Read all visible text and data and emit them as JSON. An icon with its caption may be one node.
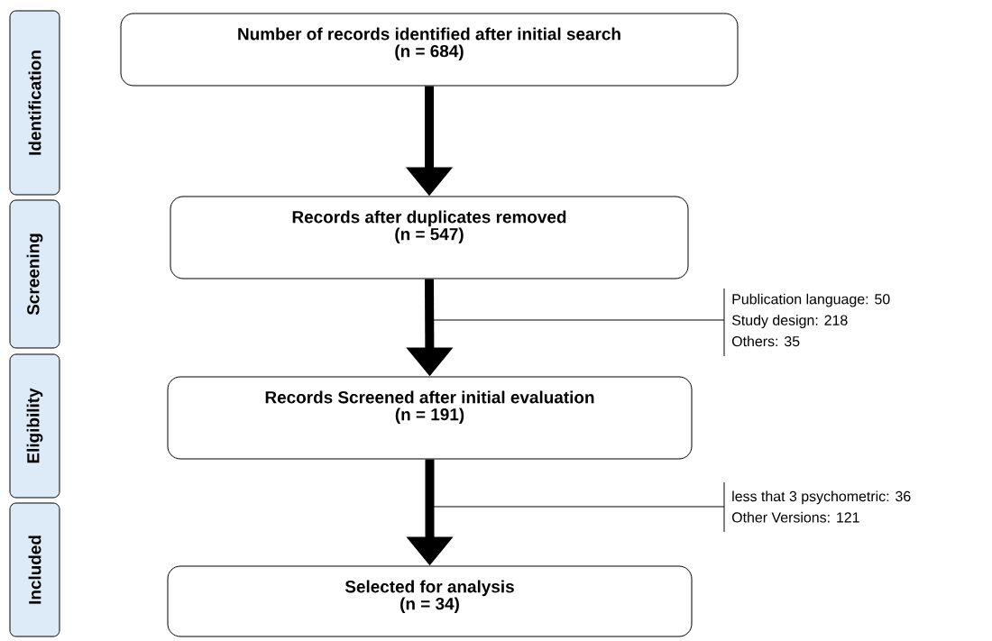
{
  "diagram": {
    "nodes": [
      {
        "text": [
          "Identification"
        ]
      },
      {
        "text": [
          "Screening"
        ]
      },
      {
        "text": [
          "Eligibility"
        ]
      },
      {
        "text": [
          "Included"
        ]
      },
      {
        "text": [
          "Number of records identified after initial search",
          "(n = 684)"
        ]
      },
      {
        "text": [
          "Records after duplicates removed",
          "(n = 547)"
        ]
      },
      {
        "text": [
          "Records Screened after initial evaluation",
          "(n = 191)"
        ]
      },
      {
        "text": [
          "Selected for analysis",
          "(n = 34)"
        ]
      },
      {
        "text": [
          "Publication language: 50",
          "Study design: 218",
          "Others: 35"
        ]
      },
      {
        "text": [
          "less that 3 psychometric: 36",
          "Other Versions: 121"
        ]
      }
    ],
    "edges": [
      {
        "from": 4,
        "to": 5,
        "arrow": "to"
      },
      {
        "from": 5,
        "to": 6,
        "arrow": "to"
      },
      {
        "from": 6,
        "to": 7,
        "arrow": "to"
      },
      {
        "from": 8,
        "to": null,
        "arrow": "none"
      },
      {
        "from": 9,
        "to": null,
        "arrow": "none"
      }
    ]
  }
}
